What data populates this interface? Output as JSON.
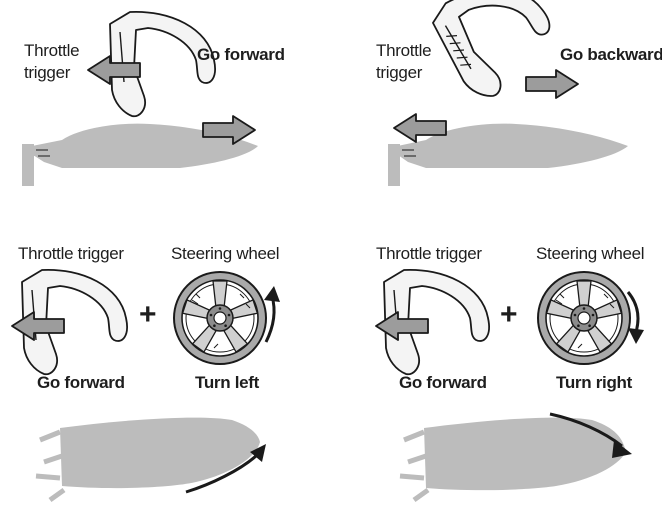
{
  "panels": {
    "forward": {
      "trigger_line1": "Throttle",
      "trigger_line2": "trigger",
      "action": "Go forward"
    },
    "backward": {
      "trigger_line1": "Throttle",
      "trigger_line2": "trigger",
      "action": "Go backward"
    },
    "turn_left": {
      "trigger_label": "Throttle trigger",
      "wheel_label": "Steering wheel",
      "plus": "+",
      "action": "Go forward",
      "turn": "Turn left"
    },
    "turn_right": {
      "trigger_label": "Throttle trigger",
      "wheel_label": "Steering wheel",
      "plus": "+",
      "action": "Go forward",
      "turn": "Turn right"
    }
  },
  "colors": {
    "boat_fill": "#bcbcbc",
    "arrow_fill": "#9c9c9c",
    "outline": "#1a1a1a",
    "wheel_fill": "#a9a9a9",
    "trigger_fill": "#f4f4f4"
  }
}
